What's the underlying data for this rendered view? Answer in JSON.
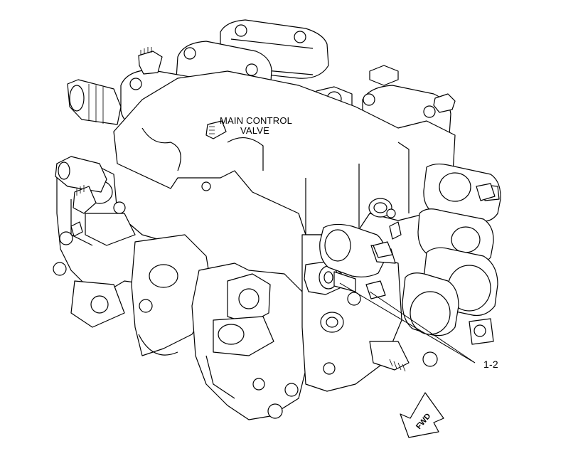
{
  "labels": {
    "main_control_line1": "MAIN CONTROL",
    "main_control_line2": "VALVE",
    "callout": "1-2",
    "direction": "FWD"
  },
  "colors": {
    "line": "#000000",
    "background": "#ffffff"
  }
}
